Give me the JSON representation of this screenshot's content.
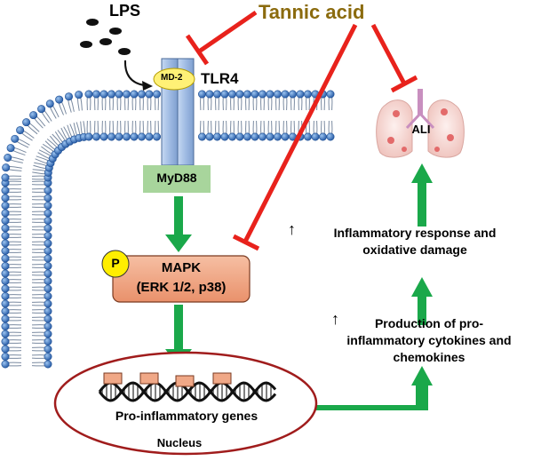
{
  "labels": {
    "lps": "LPS",
    "tannic_acid": "Tannic acid",
    "md2": "MD-2",
    "tlr4": "TLR4",
    "myd88": "MyD88",
    "phospho": "P",
    "mapk_line1": "MAPK",
    "mapk_line2": "(ERK 1/2, p38)",
    "genes": "Pro-inflammatory genes",
    "nucleus": "Nucleus",
    "ali": "ALI",
    "inflam_line1": "Inflammatory response and",
    "inflam_line2": "oxidative damage",
    "prod_line1": "Production of pro-",
    "prod_line2": "inflammatory cytokines and",
    "prod_line3": "chemokines",
    "up_arrow": "↑"
  },
  "colors": {
    "inhibit": "#e8221c",
    "activate": "#1aa84a",
    "tannic_text": "#8b6b0e",
    "membrane_head": "#3b78c4",
    "receptor": "#a9c3e8",
    "myd88_fill": "#a8d59c",
    "mapk_fill": "#f0a887",
    "phospho_fill": "#ffee00",
    "nucleus_border": "#a01c1c",
    "lung": "#f4d6d2"
  }
}
